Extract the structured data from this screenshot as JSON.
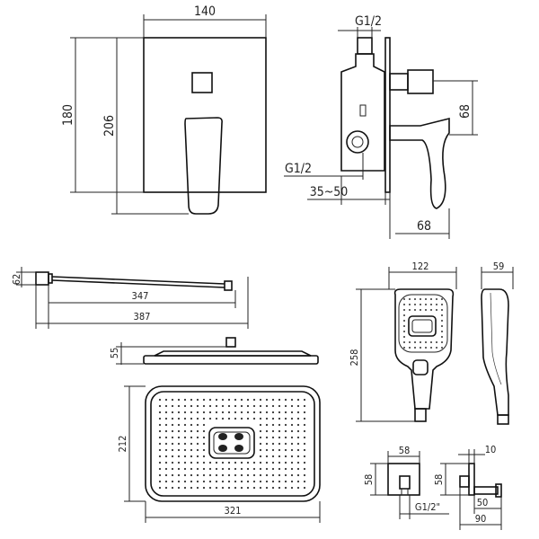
{
  "mixer_front": {
    "width": "140",
    "height_inner": "180",
    "height_outer": "206"
  },
  "mixer_side": {
    "thread_top": "G1/2",
    "thread_bottom": "G1/2",
    "depth_range": "35~50",
    "height_small": "68",
    "projection": "68"
  },
  "shower_arm": {
    "height": "62",
    "length_inner": "347",
    "length_outer": "387"
  },
  "shower_head": {
    "thickness": "55",
    "depth": "212",
    "width": "321"
  },
  "hand_shower": {
    "width": "122",
    "depth": "59",
    "length": "258"
  },
  "wall_outlet_front": {
    "width": "58",
    "height": "58",
    "thread": "G1/2\""
  },
  "wall_outlet_side": {
    "thickness": "10",
    "height": "58",
    "projection": "50",
    "total": "90"
  }
}
